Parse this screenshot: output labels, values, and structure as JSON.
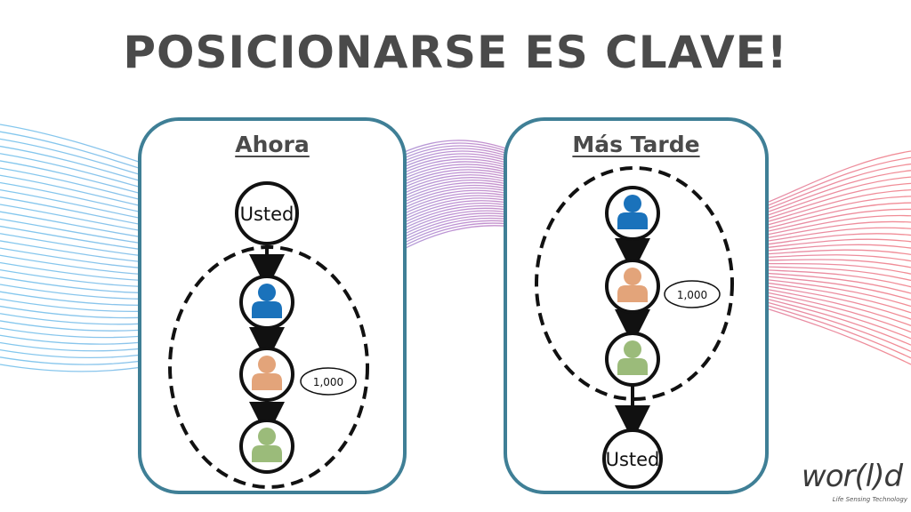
{
  "title": "POSICIONARSE ES CLAVE!",
  "panels": [
    {
      "heading": "Ahora",
      "nodes": [
        {
          "type": "label",
          "text": "Usted"
        },
        {
          "type": "person",
          "icon": "person-icon",
          "color": "#1a72bb"
        },
        {
          "type": "person",
          "icon": "person-icon",
          "color": "#e3a47a"
        },
        {
          "type": "person",
          "icon": "person-icon",
          "color": "#9bbb7a"
        }
      ],
      "callout": "1,000"
    },
    {
      "heading": "Más Tarde",
      "nodes": [
        {
          "type": "person",
          "icon": "person-icon",
          "color": "#1a72bb"
        },
        {
          "type": "person",
          "icon": "person-icon",
          "color": "#e3a47a"
        },
        {
          "type": "person",
          "icon": "person-icon",
          "color": "#9bbb7a"
        },
        {
          "type": "label",
          "text": "Usted"
        }
      ],
      "callout": "1,000"
    }
  ],
  "logo": {
    "text": "wor(l)d",
    "tagline": "Life Sensing Technology"
  },
  "colors": {
    "panel_border": "#3f7f96",
    "title": "#4a4a4a",
    "wave_left": "#1e9be0",
    "wave_middle": "#8a3bb0",
    "wave_right": "#e8313f"
  }
}
